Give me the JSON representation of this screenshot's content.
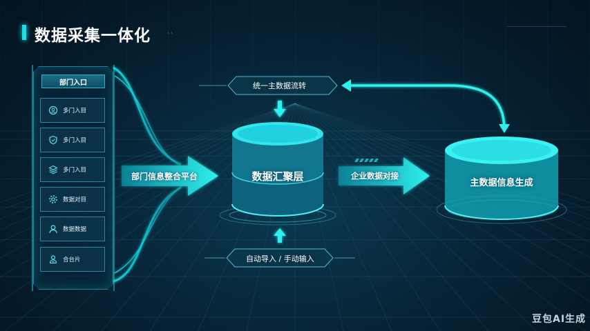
{
  "header": {
    "title": "数据采集一体化",
    "title_deco": "··"
  },
  "left_panel": {
    "header": "部门入口",
    "items": [
      {
        "label": "多门入目",
        "icon": "gear-user-icon"
      },
      {
        "label": "多门入目",
        "icon": "shield-check-icon"
      },
      {
        "label": "多门入目",
        "icon": "layers-icon"
      },
      {
        "label": "数据对目",
        "icon": "cog-icon"
      },
      {
        "label": "数据数据",
        "icon": "user-icon"
      },
      {
        "label": "合台片",
        "icon": "user-card-icon"
      }
    ]
  },
  "flow": {
    "integration_arrow": "部门信息整合平台",
    "top_badge": "统一主数据流转",
    "bottom_badge": "自动导入 / 手动输入",
    "right_arrow": "企业数据对接",
    "center_cylinder": "数据汇聚层",
    "right_cylinder": "主数据信息生成"
  },
  "watermark": "豆包AI生成",
  "colors": {
    "accent": "#19e0e8",
    "background": "#06202f"
  }
}
